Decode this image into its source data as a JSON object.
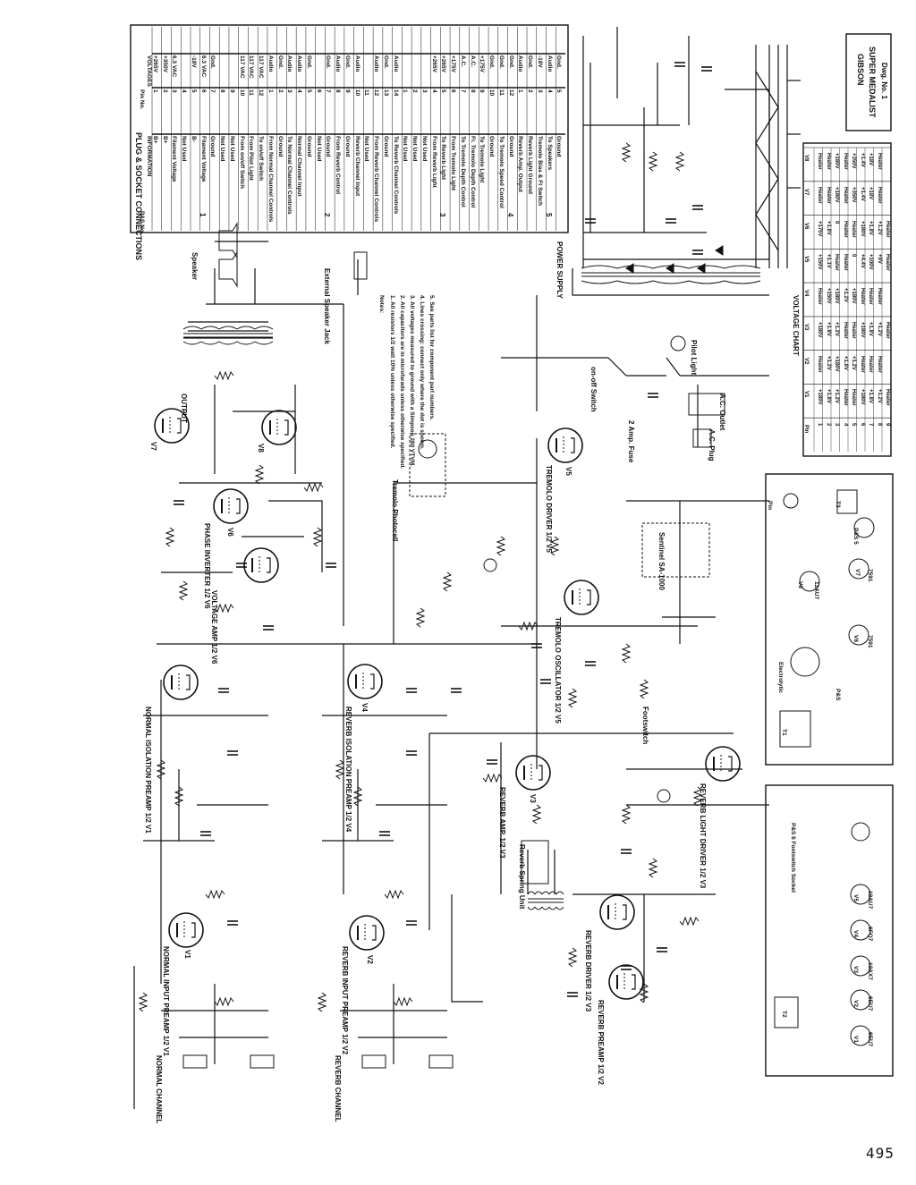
{
  "page_number": "495",
  "title_block": {
    "brand": "GIBSON",
    "model": "SUPER MEDALIST",
    "drawing": "Dwg. No. 1"
  },
  "connection_table": {
    "title": "PLUG & SOCKET CONNECTIONS",
    "headers": [
      "P&S No.",
      "Pin No.",
      "VOLTAGES",
      "INFORMATION"
    ],
    "rows": [
      {
        "ps": "",
        "pin": "1",
        "v": "+265V",
        "info": "B+"
      },
      {
        "ps": "",
        "pin": "2",
        "v": "+350V",
        "info": "B+"
      },
      {
        "ps": "",
        "pin": "3",
        "v": "6.3 VAC",
        "info": "Filament Voltage"
      },
      {
        "ps": "",
        "pin": "4",
        "v": "",
        "info": "Not Used"
      },
      {
        "ps": "",
        "pin": "5",
        "v": "-18V",
        "info": "B-"
      },
      {
        "ps": "1",
        "pin": "6",
        "v": "6.3 VAC",
        "info": "Filament Voltage"
      },
      {
        "ps": "",
        "pin": "7",
        "v": "Gnd.",
        "info": "Ground"
      },
      {
        "ps": "",
        "pin": "8",
        "v": "",
        "info": "Not Used"
      },
      {
        "ps": "",
        "pin": "9",
        "v": "",
        "info": "Not Used"
      },
      {
        "ps": "",
        "pin": "10",
        "v": "117 VAC",
        "info": "From on/off Switch"
      },
      {
        "ps": "",
        "pin": "11",
        "v": "117 VAC",
        "info": "From Pilot Light"
      },
      {
        "ps": "",
        "pin": "12",
        "v": "117 VAC",
        "info": "To on/off Switch"
      },
      {
        "ps": "",
        "pin": "1",
        "v": "Audio",
        "info": "From Normal Channel Controls"
      },
      {
        "ps": "",
        "pin": "2",
        "v": "Gnd.",
        "info": "Ground"
      },
      {
        "ps": "",
        "pin": "3",
        "v": "Audio",
        "info": "To Normal Channel Controls"
      },
      {
        "ps": "",
        "pin": "4",
        "v": "Audio",
        "info": "Normal Channel Input"
      },
      {
        "ps": "",
        "pin": "5",
        "v": "Gnd.",
        "info": "Ground"
      },
      {
        "ps": "",
        "pin": "6",
        "v": "",
        "info": "Not Used"
      },
      {
        "ps": "2",
        "pin": "7",
        "v": "Gnd.",
        "info": "Ground"
      },
      {
        "ps": "",
        "pin": "8",
        "v": "Audio",
        "info": "From Reverb Control"
      },
      {
        "ps": "",
        "pin": "9",
        "v": "Gnd.",
        "info": "Ground"
      },
      {
        "ps": "",
        "pin": "10",
        "v": "Audio",
        "info": "Reverb Channel Input"
      },
      {
        "ps": "",
        "pin": "11",
        "v": "",
        "info": "Not Used"
      },
      {
        "ps": "",
        "pin": "12",
        "v": "Audio",
        "info": "From Reverb Channel Controls"
      },
      {
        "ps": "",
        "pin": "13",
        "v": "Gnd.",
        "info": "Ground"
      },
      {
        "ps": "",
        "pin": "14",
        "v": "Audio",
        "info": "To Reverb Channel Controls"
      },
      {
        "ps": "",
        "pin": "1",
        "v": "",
        "info": "Not Used"
      },
      {
        "ps": "",
        "pin": "2",
        "v": "",
        "info": "Not Used"
      },
      {
        "ps": "",
        "pin": "3",
        "v": "",
        "info": "Not Used"
      },
      {
        "ps": "",
        "pin": "4",
        "v": "+265V",
        "info": "From Reverb Light"
      },
      {
        "ps": "3",
        "pin": "5",
        "v": "+265V",
        "info": "To Reverb Light"
      },
      {
        "ps": "",
        "pin": "6",
        "v": "+175V",
        "info": "From Tremolo Light"
      },
      {
        "ps": "",
        "pin": "7",
        "v": "A.C.",
        "info": "To Tremolo Depth Control"
      },
      {
        "ps": "",
        "pin": "8",
        "v": "A.C.",
        "info": "Fr. Tremolo Depth Control"
      },
      {
        "ps": "",
        "pin": "9",
        "v": "+175V",
        "info": "To Tremolo Light"
      },
      {
        "ps": "",
        "pin": "10",
        "v": "Gnd.",
        "info": "Ground"
      },
      {
        "ps": "",
        "pin": "11",
        "v": "Gnd.",
        "info": "To Tremolo Speed Control"
      },
      {
        "ps": "4",
        "pin": "12",
        "v": "Gnd.",
        "info": "Ground"
      },
      {
        "ps": "",
        "pin": "1",
        "v": "Audio",
        "info": "Reverb Amp. Output"
      },
      {
        "ps": "",
        "pin": "2",
        "v": "Gnd.",
        "info": "Reverb Light Ground"
      },
      {
        "ps": "",
        "pin": "3",
        "v": "-18V",
        "info": "Tremolo Bias & Ft Switch"
      },
      {
        "ps": "5",
        "pin": "4",
        "v": "Audio",
        "info": "To Speakers"
      },
      {
        "ps": "",
        "pin": "5",
        "v": "Gnd.",
        "info": "Ground"
      }
    ]
  },
  "notes": {
    "heading": "Notes:",
    "items": [
      "1. All resistors 1/2 watt 10% unless otherwise specified.",
      "2. All capacitors are in microfarads unless otherwise specified.",
      "3. All voltages measured to ground with a Simpson 260 VTVM.",
      "4. Lines crossing: connect only where the dot is shown.",
      "5. See parts list for component part numbers."
    ]
  },
  "sections": {
    "output": "OUTPUT",
    "power_supply": "POWER SUPPLY",
    "phase_inverter": "PHASE INVERTER 1/2 V6",
    "voltage_amp": "VOLTAGE AMP 1/2 V6",
    "normal_isolation": "NORMAL ISOLATION PREAMP 1/2 V1",
    "reverb_isolation": "REVERB ISOLATION PREAMP 1/2 V4",
    "tremolo_driver": "TREMOLO DRIVER 1/2 V5",
    "tremolo_oscillator": "TREMOLO OSCILLATOR 1/2 V5",
    "reverb_amp": "REVERB AMP. 1/2 V3",
    "reverb_driver": "REVERB DRIVER 1/2 V3",
    "reverb_preamp": "REVERB PREAMP 1/2 V2",
    "reverb_light_driver": "REVERB LIGHT DRIVER 1/2 V3",
    "normal_input_preamp": "NORMAL INPUT PREAMP 1/2 V1",
    "reverb_input_preamp": "REVERB INPUT PREAMP 1/2 V2",
    "reverb_spring": "Reverb Spring Unit",
    "tremolo_photocell": "Tremolo Photocell",
    "speaker": "Speaker",
    "ext_speaker": "External Speaker Jack",
    "ac_plug": "A.C. Plug",
    "ac_outlet": "A.C. Outlet",
    "fuse": "2 Amp. Fuse",
    "on_off": "on-off Switch",
    "pilot": "Pilot Light",
    "footswitch": "Footswitch",
    "sentinel": "Sentinel SA-1000",
    "normal_channel": "NORMAL CHANNEL",
    "reverb_channel": "REVERB CHANNEL"
  },
  "voltage_chart": {
    "title": "VOLTAGE CHART",
    "tubes": [
      "Pin",
      "V1",
      "V2",
      "V3",
      "V4",
      "V5",
      "V6",
      "V7",
      "V8"
    ],
    "rows": [
      [
        "1",
        "+180V",
        "Heater",
        "+180V",
        "Heater",
        "+150V",
        "+175V",
        "Heater",
        "Heater"
      ],
      [
        "2",
        "+1.8V",
        "+1.2V",
        "+1.8V",
        "+150V",
        "+1.1V",
        "+1.8V",
        "Heater",
        "Heater"
      ],
      [
        "3",
        "+1.2V",
        "+180V",
        "+1.2V",
        "+180V",
        "Heater",
        "0",
        "+180V",
        "+180V"
      ],
      [
        "4",
        "Heater",
        "+1.8V",
        "Heater",
        "+1.2V",
        "Heater",
        "Heater",
        "Heater",
        "Heater"
      ],
      [
        "5",
        "Heater",
        "+1.2V",
        "Heater",
        "+180V",
        "0",
        "Heater",
        "+350V",
        "+350V"
      ],
      [
        "6",
        "+180V",
        "Heater",
        "+180V",
        "Heater",
        "+4.4V",
        "+180V",
        "+1.4V",
        "+1.4V"
      ],
      [
        "7",
        "+1.8V",
        "Heater",
        "+1.8V",
        "Heater",
        "+100V",
        "+1.8V",
        "+18V",
        "+18V"
      ],
      [
        "8",
        "+1.2V",
        "Heater",
        "+1.2V",
        "Heater",
        "+9V",
        "+1.2V",
        "Heater",
        "Heater"
      ],
      [
        "9",
        "Heater",
        "",
        "Heater",
        "",
        "Heater",
        "Heater",
        "",
        ""
      ]
    ]
  },
  "panel_top": {
    "items": [
      "Pin",
      "Electrolytic",
      "T1",
      "P&S",
      "V6",
      "V7",
      "V8",
      "P&S 5",
      "T3"
    ],
    "tube_labels": [
      "12AU7",
      "7591",
      "7591"
    ]
  },
  "panel_bottom": {
    "items": [
      "P&S 6 Footswitch Socket",
      "V5",
      "V4",
      "V3",
      "V2",
      "V1",
      "T2"
    ],
    "tube_labels": [
      "12AU7",
      "6FQ7",
      "12AX7",
      "6EU7",
      "6EU7"
    ]
  },
  "tube_refs": [
    "V1",
    "V2",
    "V3",
    "V4",
    "V5",
    "V6",
    "V7",
    "V8"
  ]
}
